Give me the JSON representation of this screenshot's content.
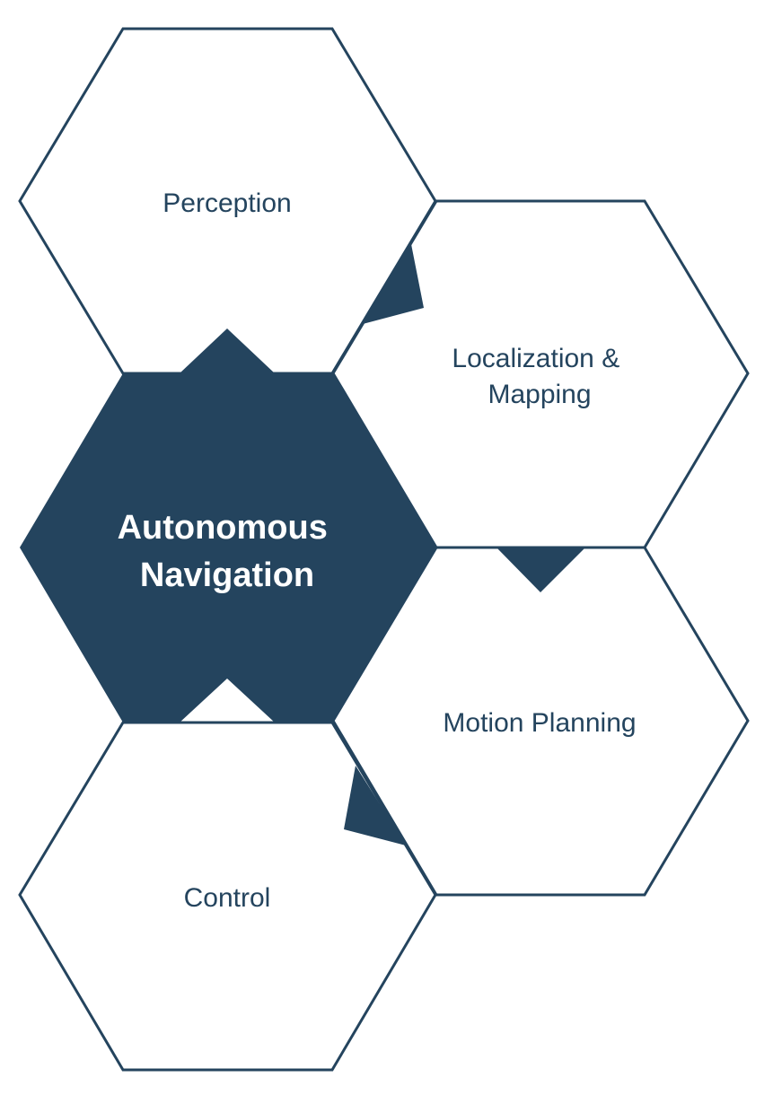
{
  "center": {
    "lines": [
      "Autonomous",
      "Navigation"
    ]
  },
  "nodes": {
    "perception": {
      "lines": [
        "Perception"
      ]
    },
    "localization": {
      "lines": [
        "Localization &",
        "Mapping"
      ]
    },
    "motion_planning": {
      "lines": [
        "Motion Planning"
      ]
    },
    "control": {
      "lines": [
        "Control"
      ]
    }
  },
  "colors": {
    "primary": "#24445e",
    "background": "#ffffff",
    "center_text": "#ffffff"
  }
}
